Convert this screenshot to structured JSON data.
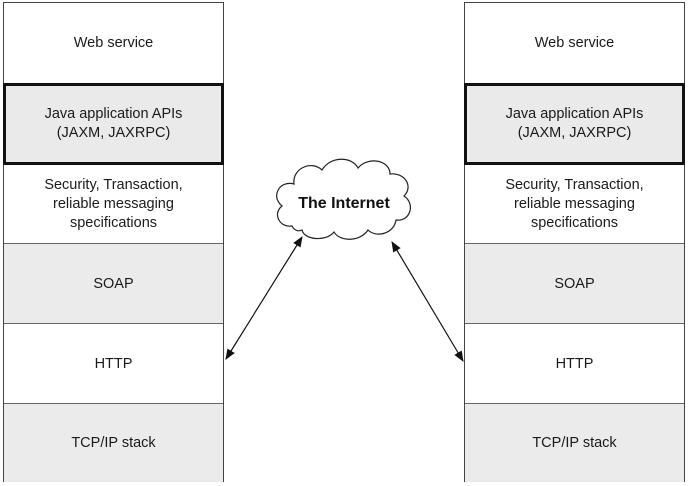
{
  "diagram": {
    "stacks": [
      {
        "layers": [
          {
            "label": "Web service"
          },
          {
            "label": "Java application APIs\n(JAXM, JAXRPC)"
          },
          {
            "label": "Security, Transaction,\nreliable messaging\nspecifications"
          },
          {
            "label": "SOAP"
          },
          {
            "label": "HTTP"
          },
          {
            "label": "TCP/IP stack"
          }
        ]
      },
      {
        "layers": [
          {
            "label": "Web service"
          },
          {
            "label": "Java application APIs\n(JAXM, JAXRPC)"
          },
          {
            "label": "Security, Transaction,\nreliable messaging\nspecifications"
          },
          {
            "label": "SOAP"
          },
          {
            "label": "HTTP"
          },
          {
            "label": "TCP/IP stack"
          }
        ]
      }
    ],
    "cloud": {
      "label": "The Internet"
    },
    "colors": {
      "shaded_layer": "#ebebeb",
      "border": "#444444",
      "highlight_border": "#111111"
    }
  }
}
